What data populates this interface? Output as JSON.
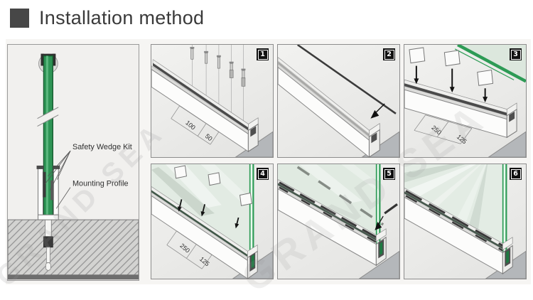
{
  "header": {
    "title": "Installation method"
  },
  "watermark": {
    "text": "GRAND SEA"
  },
  "overview": {
    "labels": {
      "safety_wedge_kit": "Safety Wedge Kit",
      "mounting_profile": "Mounting Profile"
    }
  },
  "steps": [
    {
      "number": "1",
      "dims": {
        "spacing": "100",
        "edge": "50"
      }
    },
    {
      "number": "2"
    },
    {
      "number": "3",
      "dims": {
        "spacing": "250",
        "edge": "125"
      }
    },
    {
      "number": "4",
      "dims": {
        "spacing": "250",
        "edge": "125"
      }
    },
    {
      "number": "5"
    },
    {
      "number": "6"
    }
  ],
  "colors": {
    "glass_green": "#2d9b55",
    "glass_dark_edge": "#185c31",
    "badge_background": "#101010",
    "floor_gray": "#b4b7ba",
    "ground_hatch_gray": "#d3d3d1",
    "title_text": "#3a3a3a"
  }
}
